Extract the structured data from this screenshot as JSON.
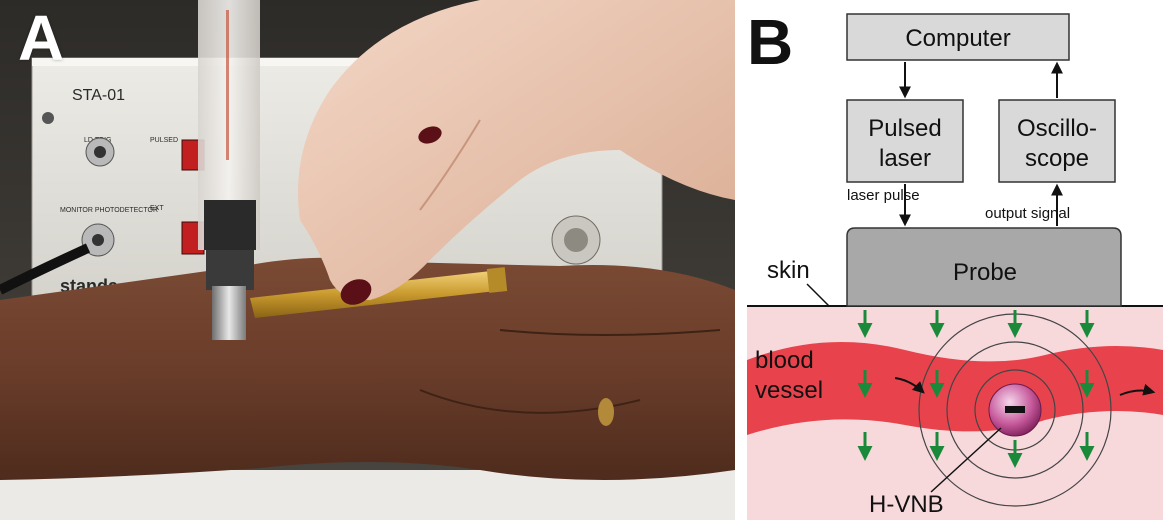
{
  "panel_a": {
    "letter": "A",
    "device_label": "STA-01",
    "connector_label_1": "LD TRIG",
    "connector_label_2": "MONITOR PHOTODETECTOR",
    "brand": "standa",
    "switch_label_1": "PULSED",
    "switch_label_2": "EXT"
  },
  "panel_b": {
    "letter": "B",
    "computer": "Computer",
    "pulsed_laser_line1": "Pulsed",
    "pulsed_laser_line2": "laser",
    "oscilloscope_line1": "Oscillo-",
    "oscilloscope_line2": "scope",
    "laser_pulse": "laser pulse",
    "output_signal": "output signal",
    "probe": "Probe",
    "skin": "skin",
    "blood_line1": "blood",
    "blood_line2": "vessel",
    "h_vnb": "H-VNB",
    "minus": "−",
    "colors": {
      "box_fill": "#d9d9d9",
      "probe_fill": "#a8a8a8",
      "skin_fill": "#f7d9dc",
      "vessel_fill": "#e8434c",
      "arrow_green": "#1a8a3a",
      "bubble": "#b0407e"
    }
  }
}
